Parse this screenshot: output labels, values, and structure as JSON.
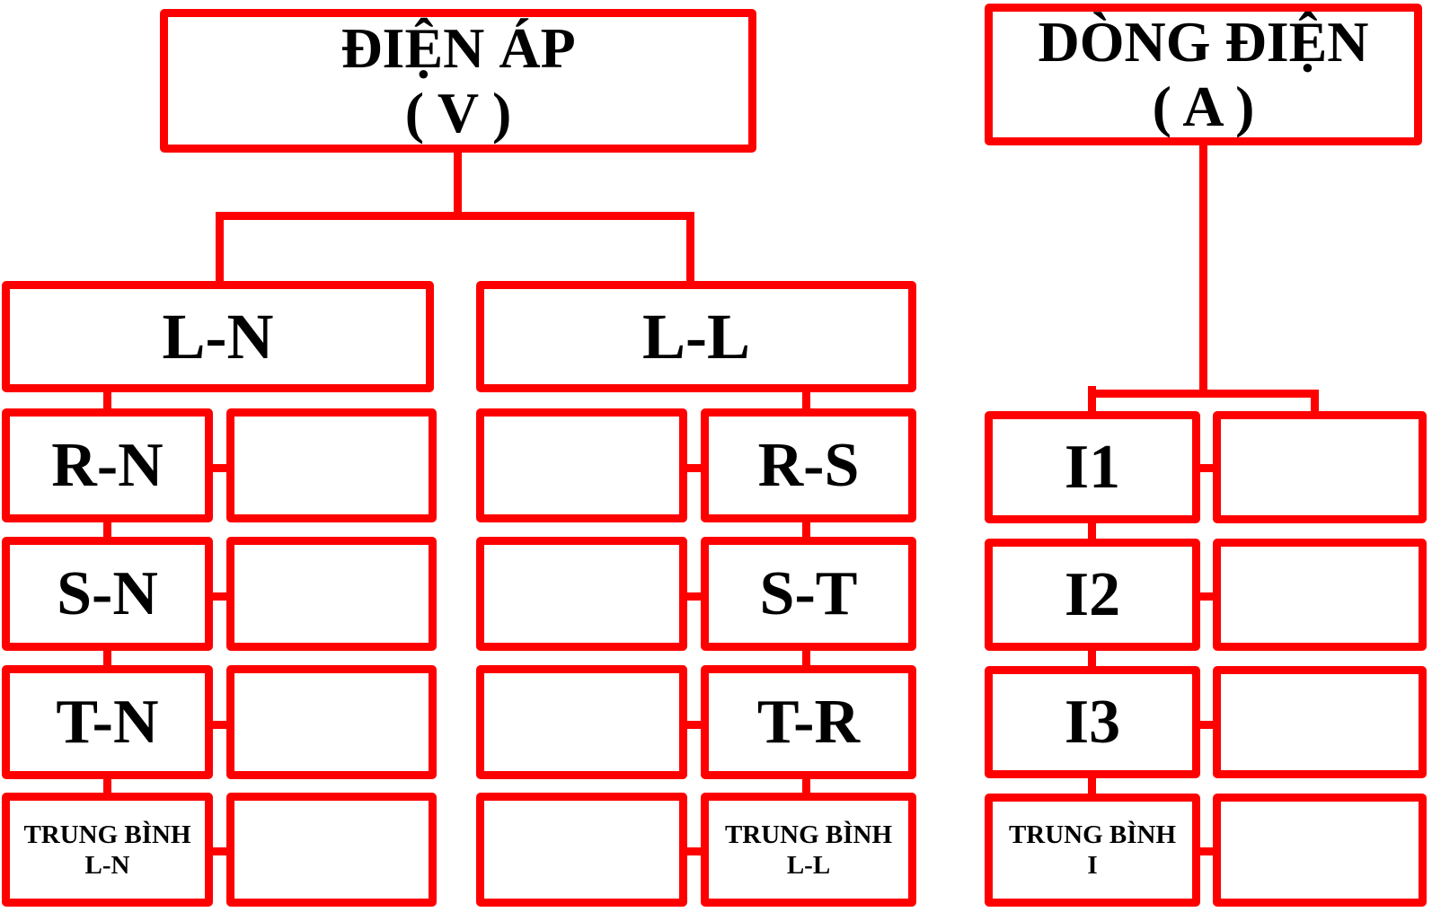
{
  "voltage": {
    "title": "ĐIỆN ÁP",
    "unit": "( V )",
    "ln": {
      "title": "L-N",
      "labels": [
        "R-N",
        "S-N",
        "T-N"
      ],
      "avg": [
        "TRUNG BÌNH",
        "L-N"
      ]
    },
    "ll": {
      "title": "L-L",
      "labels": [
        "R-S",
        "S-T",
        "T-R"
      ],
      "avg": [
        "TRUNG BÌNH",
        "L-L"
      ]
    }
  },
  "current": {
    "title": "DÒNG ĐIỆN",
    "unit": "( A )",
    "labels": [
      "I1",
      "I2",
      "I3"
    ],
    "avg": [
      "TRUNG BÌNH",
      "I"
    ]
  },
  "colors": {
    "border": "#ff0000",
    "text": "#000000",
    "background": "#ffffff"
  }
}
